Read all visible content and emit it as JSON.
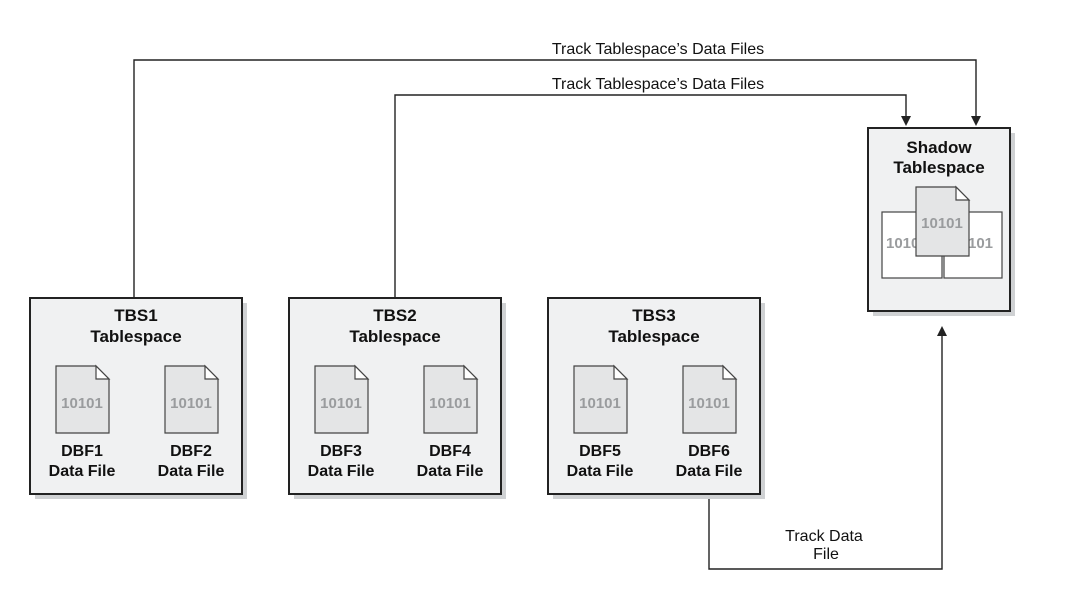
{
  "edges": {
    "tbs1_to_shadow_label": "Track Tablespace’s Data Files",
    "tbs2_to_shadow_label": "Track Tablespace’s Data Files",
    "dbf6_to_shadow_label_line1": "Track Data",
    "dbf6_to_shadow_label_line2": "File"
  },
  "tablespaces": [
    {
      "name_line1": "TBS1",
      "name_line2": "Tablespace",
      "files": [
        {
          "bits": "10101",
          "name": "DBF1",
          "type": "Data File"
        },
        {
          "bits": "10101",
          "name": "DBF2",
          "type": "Data File"
        }
      ]
    },
    {
      "name_line1": "TBS2",
      "name_line2": "Tablespace",
      "files": [
        {
          "bits": "10101",
          "name": "DBF3",
          "type": "Data File"
        },
        {
          "bits": "10101",
          "name": "DBF4",
          "type": "Data File"
        }
      ]
    },
    {
      "name_line1": "TBS3",
      "name_line2": "Tablespace",
      "files": [
        {
          "bits": "10101",
          "name": "DBF5",
          "type": "Data File"
        },
        {
          "bits": "10101",
          "name": "DBF6",
          "type": "Data File"
        }
      ]
    }
  ],
  "shadow": {
    "title_line1": "Shadow",
    "title_line2": "Tablespace",
    "front_bits": "10101",
    "left_bits": "1010",
    "right_bits": "101"
  }
}
